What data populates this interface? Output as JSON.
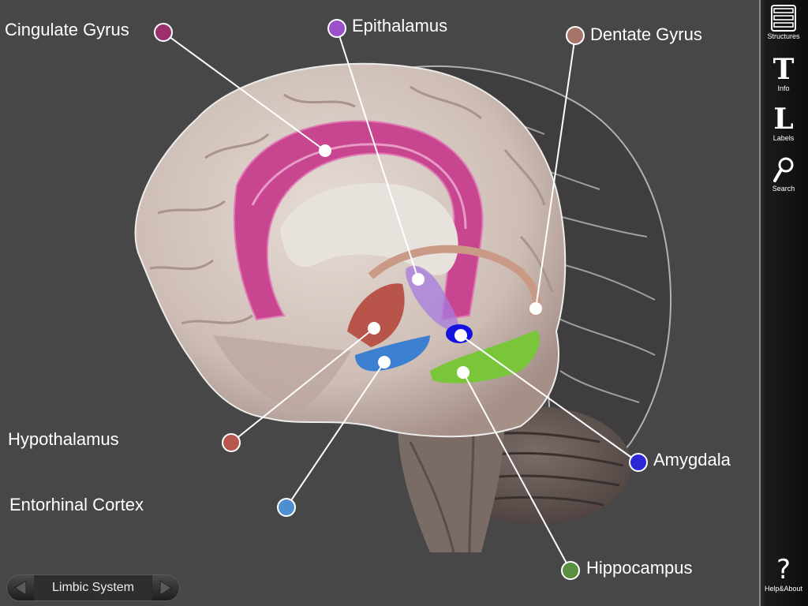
{
  "labels": [
    {
      "id": "cingulate",
      "text": "Cingulate Gyrus",
      "color": "#9c2f6e"
    },
    {
      "id": "epithalamus",
      "text": "Epithalamus",
      "color": "#9b4fc9"
    },
    {
      "id": "dentate",
      "text": "Dentate Gyrus",
      "color": "#a8746a"
    },
    {
      "id": "hypothalamus",
      "text": "Hypothalamus",
      "color": "#b8574d"
    },
    {
      "id": "entorhinal",
      "text": "Entorhinal Cortex",
      "color": "#4e8fd1"
    },
    {
      "id": "amygdala",
      "text": "Amygdala",
      "color": "#2c28d8"
    },
    {
      "id": "hippocampus",
      "text": "Hippocampus",
      "color": "#5a8f3f"
    }
  ],
  "sidebar": {
    "structures": {
      "label": "Structures",
      "icon": "list-icon"
    },
    "info": {
      "label": "Info",
      "glyph": "T",
      "icon": "info-text-icon"
    },
    "labels": {
      "label": "Labels",
      "glyph": "L",
      "icon": "labels-icon"
    },
    "search": {
      "label": "Search",
      "icon": "search-icon"
    },
    "help": {
      "label": "Help&About",
      "glyph": "?",
      "icon": "help-icon"
    }
  },
  "nav": {
    "title": "Limbic System"
  },
  "colors": {
    "background": "#474747",
    "sidebar": "#111111",
    "cingulate_fill": "#c8458f",
    "hippocampus_fill": "#79c63a",
    "entorhinal_fill": "#3d7fd0",
    "amygdala_fill": "#1512e0"
  }
}
